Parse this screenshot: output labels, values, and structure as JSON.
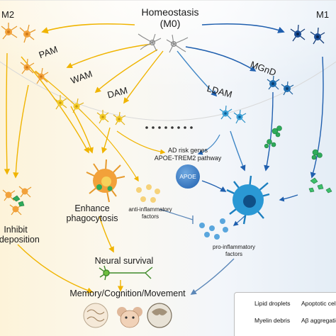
{
  "center": {
    "title": "Homeostasis",
    "subtitle": "(M0)"
  },
  "states": {
    "m2": "M2",
    "m1": "M1",
    "pam": "PAM",
    "wam": "WAM",
    "dam": "DAM",
    "ldam": "LDAM",
    "mgnd": "MGnD"
  },
  "middle": {
    "ad_line1": "AD risk genes",
    "ad_line2": "APOE-TREM2 pathway",
    "apoe": "APOE"
  },
  "outcomes": {
    "inhibit_1": "Inhibit",
    "inhibit_2": "β deposition",
    "phago_1": "Enhance",
    "phago_2": "phagocytosis",
    "anti_1": "anti-inflammatory",
    "anti_2": "factors",
    "pro_1": "pro-inflammatory",
    "pro_2": "factors",
    "neural": "Neural survival",
    "memory": "Memory/Cognition/Movement"
  },
  "legend": {
    "lipid": "Lipid droplets",
    "apoptotic": "Apoptotic cell",
    "myelin": "Myelin debris",
    "abeta": "Aβ aggregatio"
  },
  "colors": {
    "m2_arrow": "#f0b400",
    "m1_arrow": "#1f5fae",
    "microglia_blue": "#1c7fbf",
    "microglia_orange": "#f2a13a",
    "microglia_yellow": "#f0c419",
    "debris_green": "#2eab5a"
  }
}
